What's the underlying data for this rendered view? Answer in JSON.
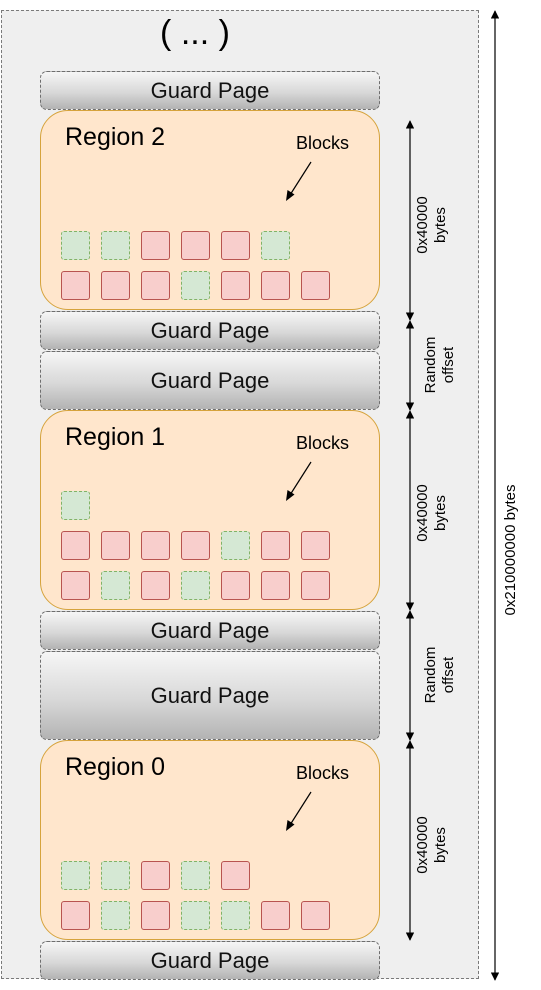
{
  "top_label": "( ... )",
  "guard_label": "Guard Page",
  "blocks_label": "Blocks",
  "regions": [
    {
      "title": "Region 2",
      "size_label_1": "0x40000",
      "size_label_2": "bytes",
      "rows": [
        [
          "free",
          "free",
          "used",
          "used",
          "used",
          "free"
        ],
        [
          "used",
          "used",
          "used",
          "free",
          "used",
          "used",
          "used"
        ]
      ]
    },
    {
      "title": "Region 1",
      "size_label_1": "0x40000",
      "size_label_2": "bytes",
      "rows": [
        [
          "free"
        ],
        [
          "used",
          "used",
          "used",
          "used",
          "free",
          "used",
          "used"
        ],
        [
          "used",
          "free",
          "used",
          "free",
          "used",
          "used",
          "used"
        ]
      ]
    },
    {
      "title": "Region 0",
      "size_label_1": "0x40000",
      "size_label_2": "bytes",
      "rows": [
        [
          "free",
          "free",
          "used",
          "free",
          "used"
        ],
        [
          "used",
          "free",
          "used",
          "free",
          "free",
          "used",
          "used"
        ]
      ]
    }
  ],
  "offset_label_1": "Random",
  "offset_label_2": "offset",
  "total_label": "0x210000000 bytes",
  "colors": {
    "region_fill": "#ffe6cc",
    "region_border": "#d6a33c",
    "used_block": "#f8cecc",
    "free_block": "#d5e8d4"
  }
}
